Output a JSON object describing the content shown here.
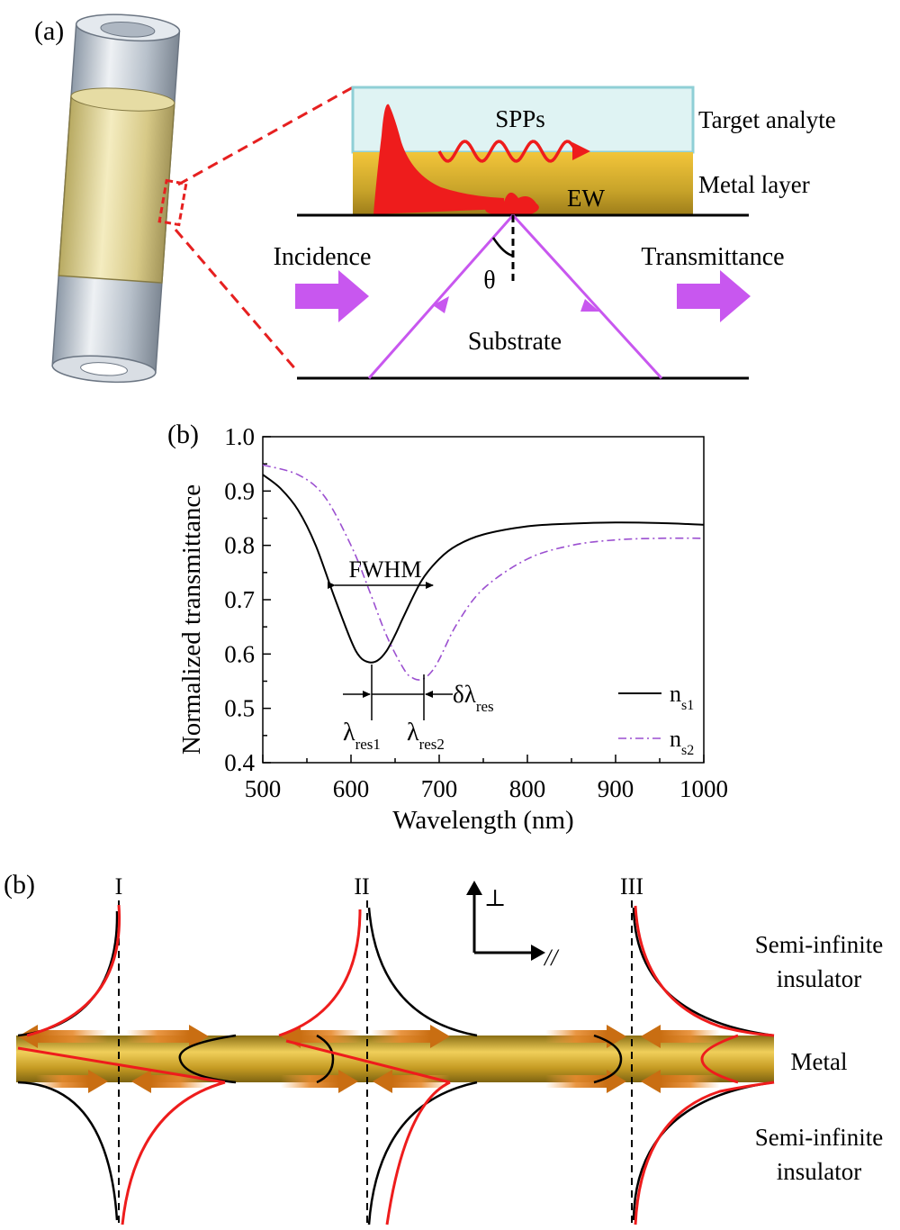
{
  "panel_a": {
    "label": "(a)",
    "spps": "SPPs",
    "target_analyte": "Target analyte",
    "metal_layer": "Metal layer",
    "ew": "EW",
    "incidence": "Incidence",
    "transmittance": "Transmittance",
    "theta": "θ",
    "substrate": "Substrate",
    "colors": {
      "analyte": "#dff3f3",
      "analyte_border": "#8fcfd6",
      "metal": "#c9a42a",
      "arrow": "#c857ef",
      "wave": "#ee1c1c",
      "zoom": "#e62020"
    }
  },
  "panel_b": {
    "label": "(b)",
    "fwhm": "FWHM",
    "delta_main": "δλ",
    "delta_sub": "res",
    "lam1_main": "λ",
    "lam1_sub": "res1",
    "lam2_main": "λ",
    "lam2_sub": "res2"
  },
  "chart_data": {
    "type": "line",
    "xlabel": "Wavelength (nm)",
    "ylabel": "Normalized transmittance",
    "xlim": [
      500,
      1000
    ],
    "ylim": [
      0.4,
      1.0
    ],
    "xticks": [
      "500",
      "600",
      "700",
      "800",
      "900",
      "1000"
    ],
    "yticks": [
      "0.4",
      "0.5",
      "0.6",
      "0.7",
      "0.8",
      "0.9",
      "1.0"
    ],
    "series": [
      {
        "name_main": "n",
        "name_sub": "s1",
        "style": "solid",
        "color": "#000000",
        "x": [
          500,
          520,
          540,
          560,
          580,
          600,
          610,
          620,
          630,
          640,
          650,
          660,
          680,
          700,
          720,
          750,
          800,
          850,
          900,
          950,
          1000
        ],
        "y": [
          0.93,
          0.905,
          0.865,
          0.8,
          0.71,
          0.625,
          0.595,
          0.585,
          0.588,
          0.605,
          0.635,
          0.67,
          0.735,
          0.775,
          0.8,
          0.82,
          0.835,
          0.84,
          0.842,
          0.841,
          0.838
        ]
      },
      {
        "name_main": "n",
        "name_sub": "s2",
        "style": "dashdot",
        "color": "#9b4fd0",
        "x": [
          500,
          540,
          570,
          600,
          620,
          640,
          660,
          670,
          680,
          690,
          700,
          720,
          750,
          800,
          850,
          900,
          950,
          1000
        ],
        "y": [
          0.948,
          0.93,
          0.89,
          0.8,
          0.72,
          0.635,
          0.572,
          0.556,
          0.553,
          0.565,
          0.59,
          0.655,
          0.72,
          0.775,
          0.8,
          0.81,
          0.813,
          0.813
        ]
      }
    ]
  },
  "panel_c": {
    "label": "(b)",
    "mode_labels": [
      "I",
      "II",
      "III"
    ],
    "perp": "⊥",
    "parallel": "//",
    "semi_infinite_1": "Semi-infinite",
    "insulator_1": "insulator",
    "metal": "Metal",
    "semi_infinite_2": "Semi-infinite",
    "insulator_2": "insulator"
  }
}
